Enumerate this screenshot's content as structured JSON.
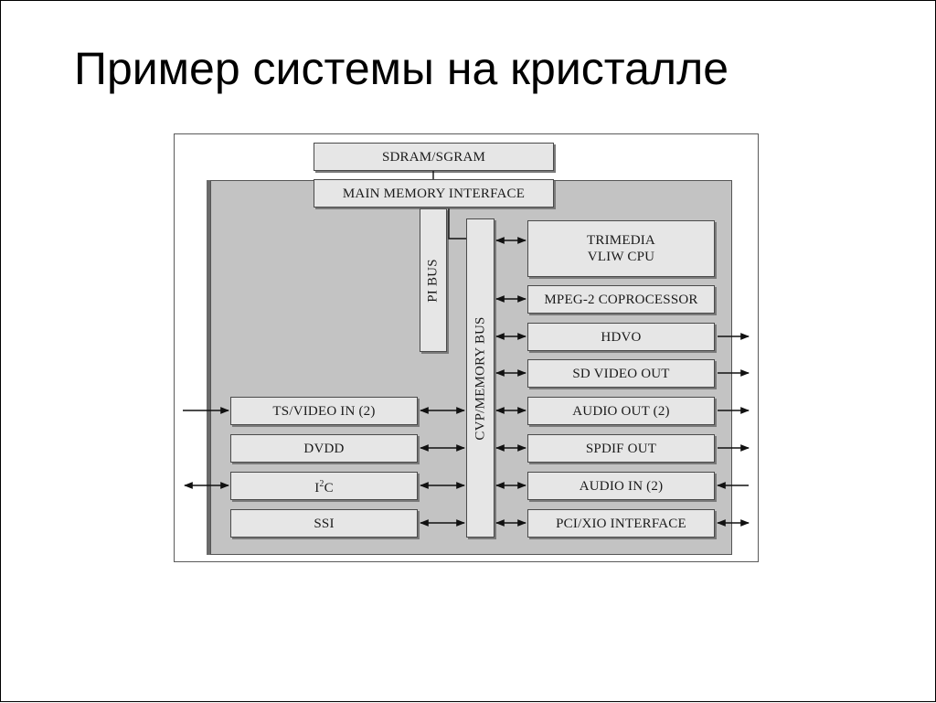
{
  "slide": {
    "title": "Пример системы на кристалле"
  },
  "diagram": {
    "sdram": "SDRAM/SGRAM",
    "mmi": "MAIN MEMORY INTERFACE",
    "pi_bus": "PI BUS",
    "cvp_bus": "CVP/MEMORY BUS",
    "right_blocks": {
      "trimedia_line1": "TRIMEDIA",
      "trimedia_line2": "VLIW CPU",
      "mpeg": "MPEG-2 COPROCESSOR",
      "hdvo": "HDVO",
      "sd_video_out": "SD VIDEO OUT",
      "audio_out": "AUDIO OUT (2)",
      "spdif_out": "SPDIF OUT",
      "audio_in": "AUDIO IN (2)",
      "pci": "PCI/XIO INTERFACE"
    },
    "left_blocks": {
      "ts_video_in": "TS/VIDEO IN (2)",
      "dvdd": "DVDD",
      "i2c_prefix": "I",
      "i2c_sup": "2",
      "i2c_suffix": "C",
      "ssi": "SSI"
    }
  }
}
